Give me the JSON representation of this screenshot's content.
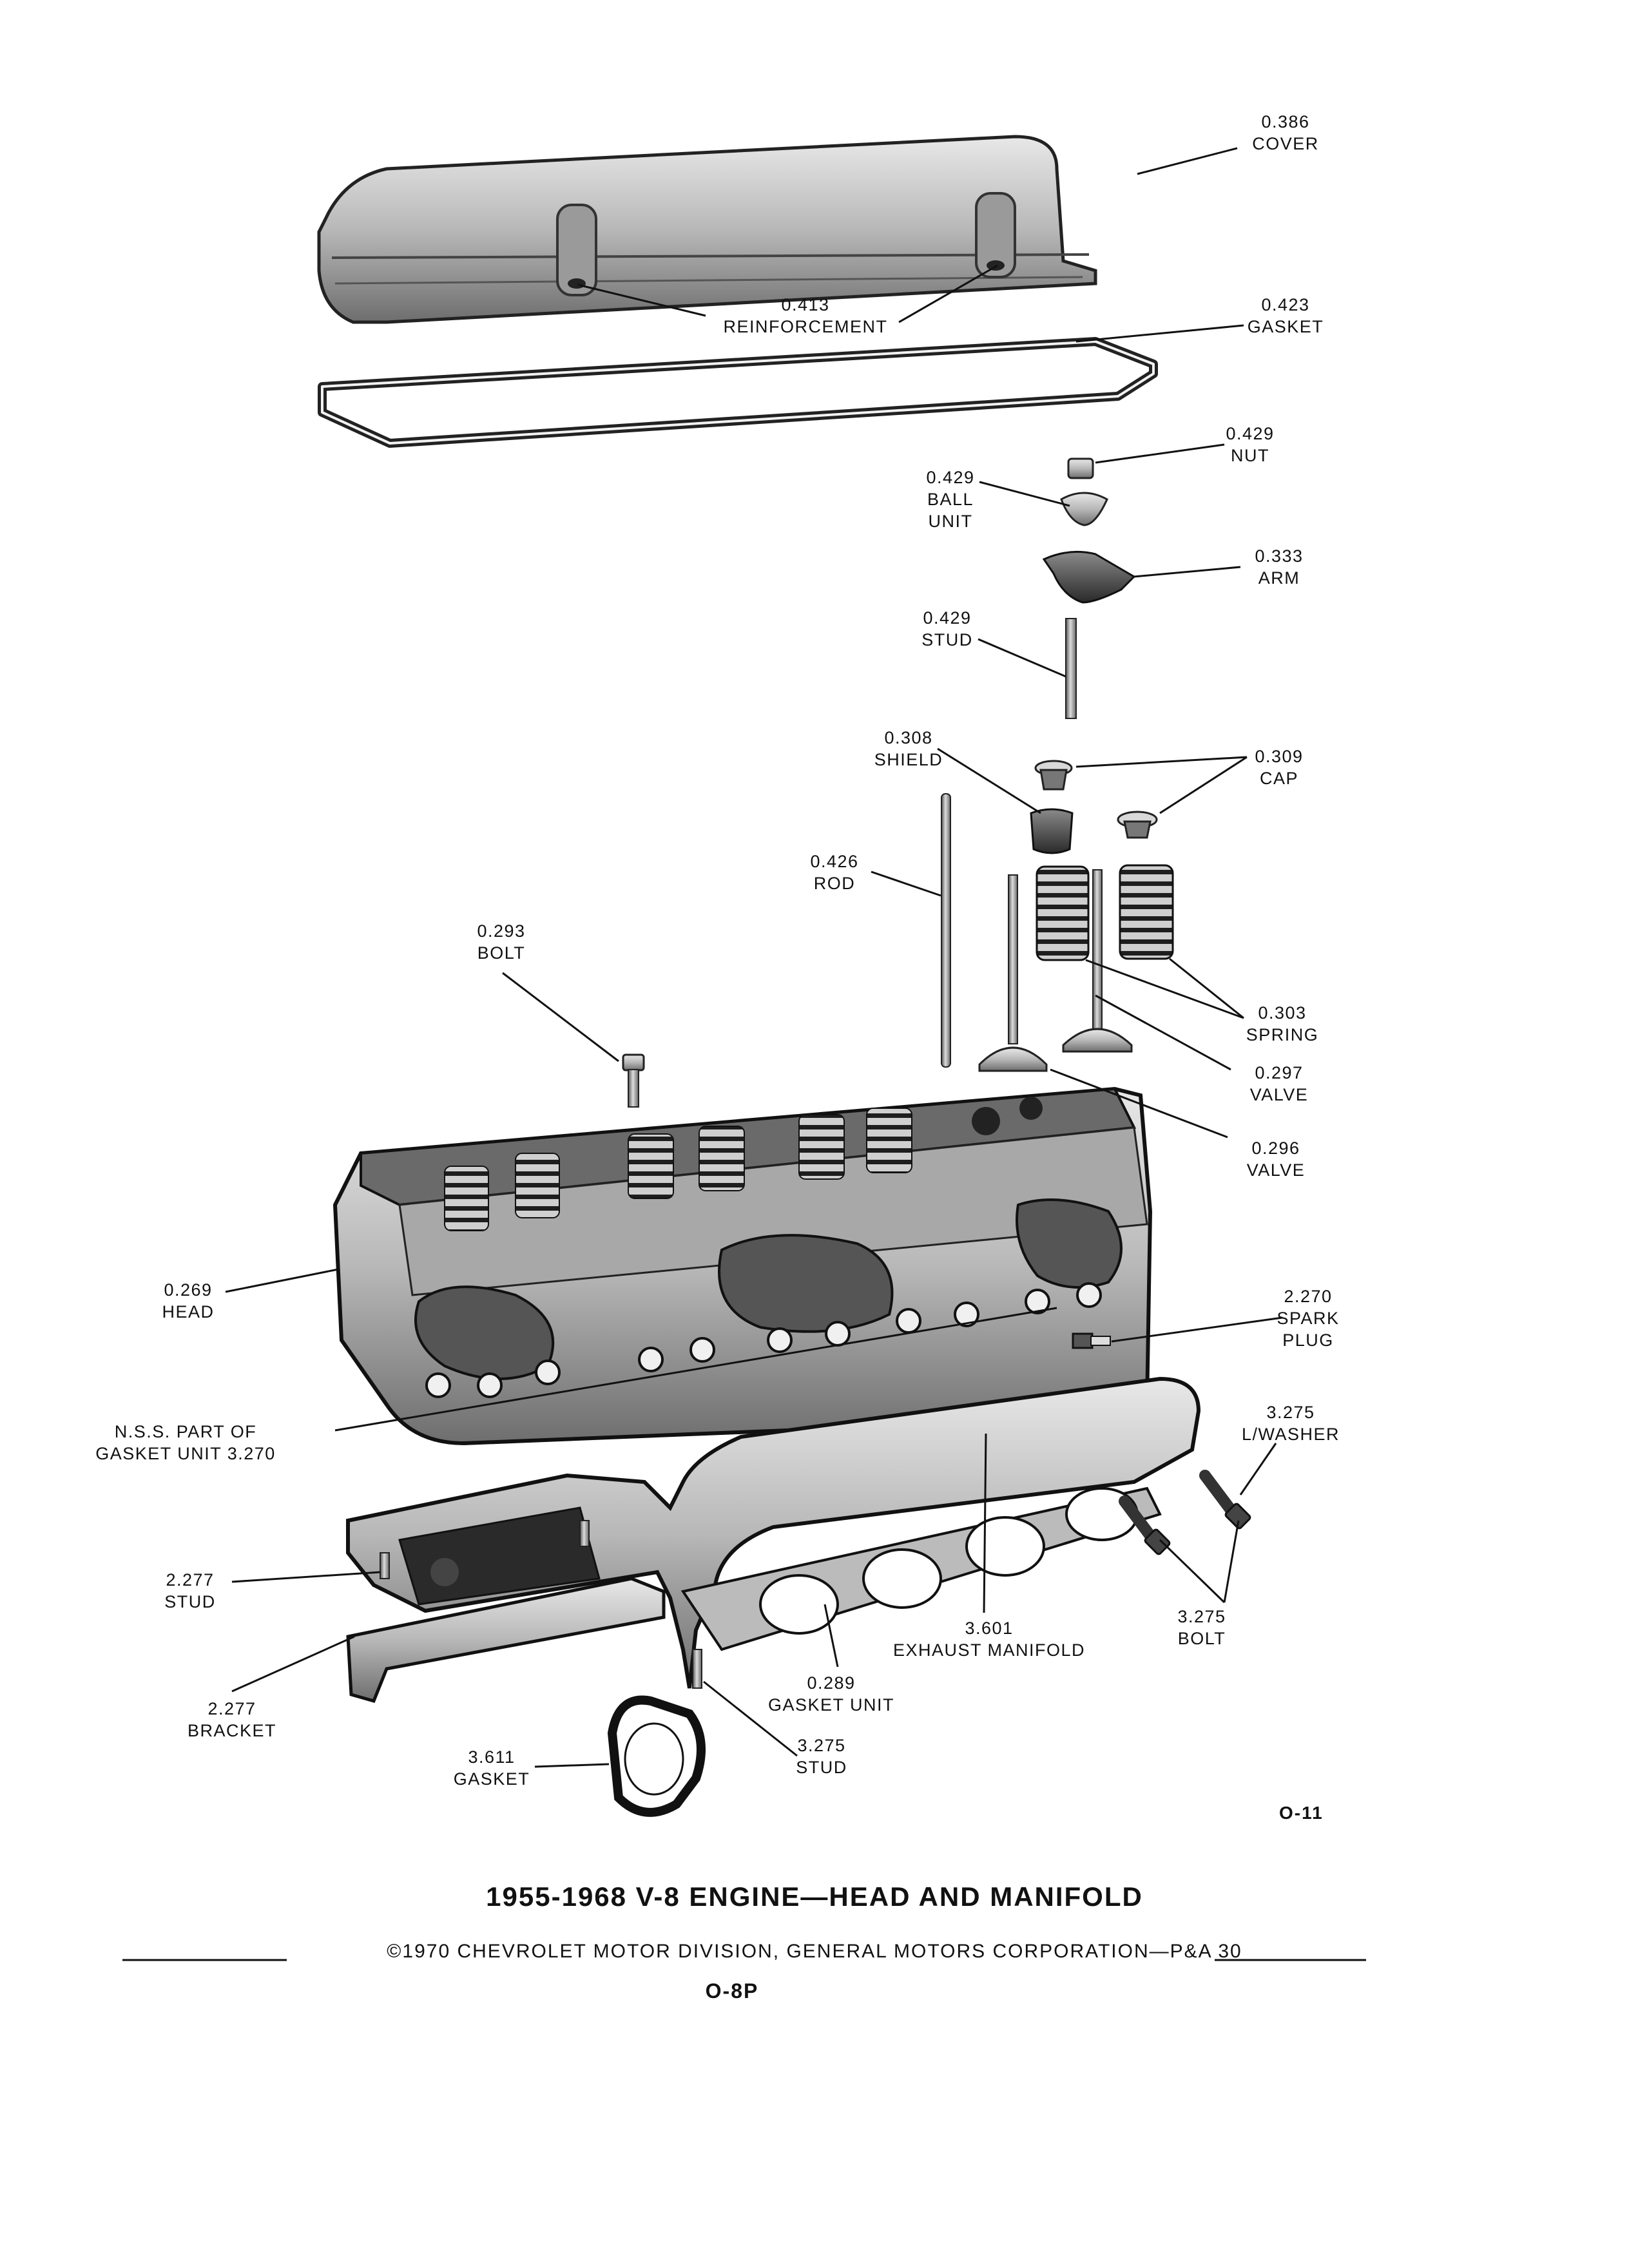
{
  "parts": [
    {
      "id": "cover",
      "num": "0.386",
      "name": "COVER"
    },
    {
      "id": "reinforcement",
      "num": "0.413",
      "name": "REINFORCEMENT"
    },
    {
      "id": "gasket-cover",
      "num": "0.423",
      "name": "GASKET"
    },
    {
      "id": "nut",
      "num": "0.429",
      "name": "NUT"
    },
    {
      "id": "ball-unit",
      "num": "0.429",
      "name": "BALL\nUNIT"
    },
    {
      "id": "arm",
      "num": "0.333",
      "name": "ARM"
    },
    {
      "id": "stud-rocker",
      "num": "0.429",
      "name": "STUD"
    },
    {
      "id": "shield",
      "num": "0.308",
      "name": "SHIELD"
    },
    {
      "id": "cap",
      "num": "0.309",
      "name": "CAP"
    },
    {
      "id": "rod",
      "num": "0.426",
      "name": "ROD"
    },
    {
      "id": "bolt-head",
      "num": "0.293",
      "name": "BOLT"
    },
    {
      "id": "spring",
      "num": "0.303",
      "name": "SPRING"
    },
    {
      "id": "valve-297",
      "num": "0.297",
      "name": "VALVE"
    },
    {
      "id": "valve-296",
      "num": "0.296",
      "name": "VALVE"
    },
    {
      "id": "head",
      "num": "0.269",
      "name": "HEAD"
    },
    {
      "id": "spark-plug",
      "num": "2.270",
      "name": "SPARK\nPLUG"
    },
    {
      "id": "nss-gasket",
      "num": "",
      "name": "N.S.S. PART OF\nGASKET UNIT 3.270"
    },
    {
      "id": "l-washer",
      "num": "3.275",
      "name": "L/WASHER"
    },
    {
      "id": "stud-manifold",
      "num": "2.277",
      "name": "STUD"
    },
    {
      "id": "exhaust-manifold",
      "num": "3.601",
      "name": "EXHAUST MANIFOLD"
    },
    {
      "id": "bolt-manifold",
      "num": "3.275",
      "name": "BOLT"
    },
    {
      "id": "bracket",
      "num": "2.277",
      "name": "BRACKET"
    },
    {
      "id": "gasket-unit",
      "num": "0.289",
      "name": "GASKET UNIT"
    },
    {
      "id": "gasket-flange",
      "num": "3.611",
      "name": "GASKET"
    },
    {
      "id": "stud-flange",
      "num": "3.275",
      "name": "STUD"
    }
  ],
  "figure_id": "O-11",
  "title": "1955-1968 V-8 ENGINE—HEAD AND MANIFOLD",
  "copyright": "©1970 CHEVROLET MOTOR DIVISION, GENERAL MOTORS CORPORATION—P&A 30",
  "page_number": "O-8P"
}
